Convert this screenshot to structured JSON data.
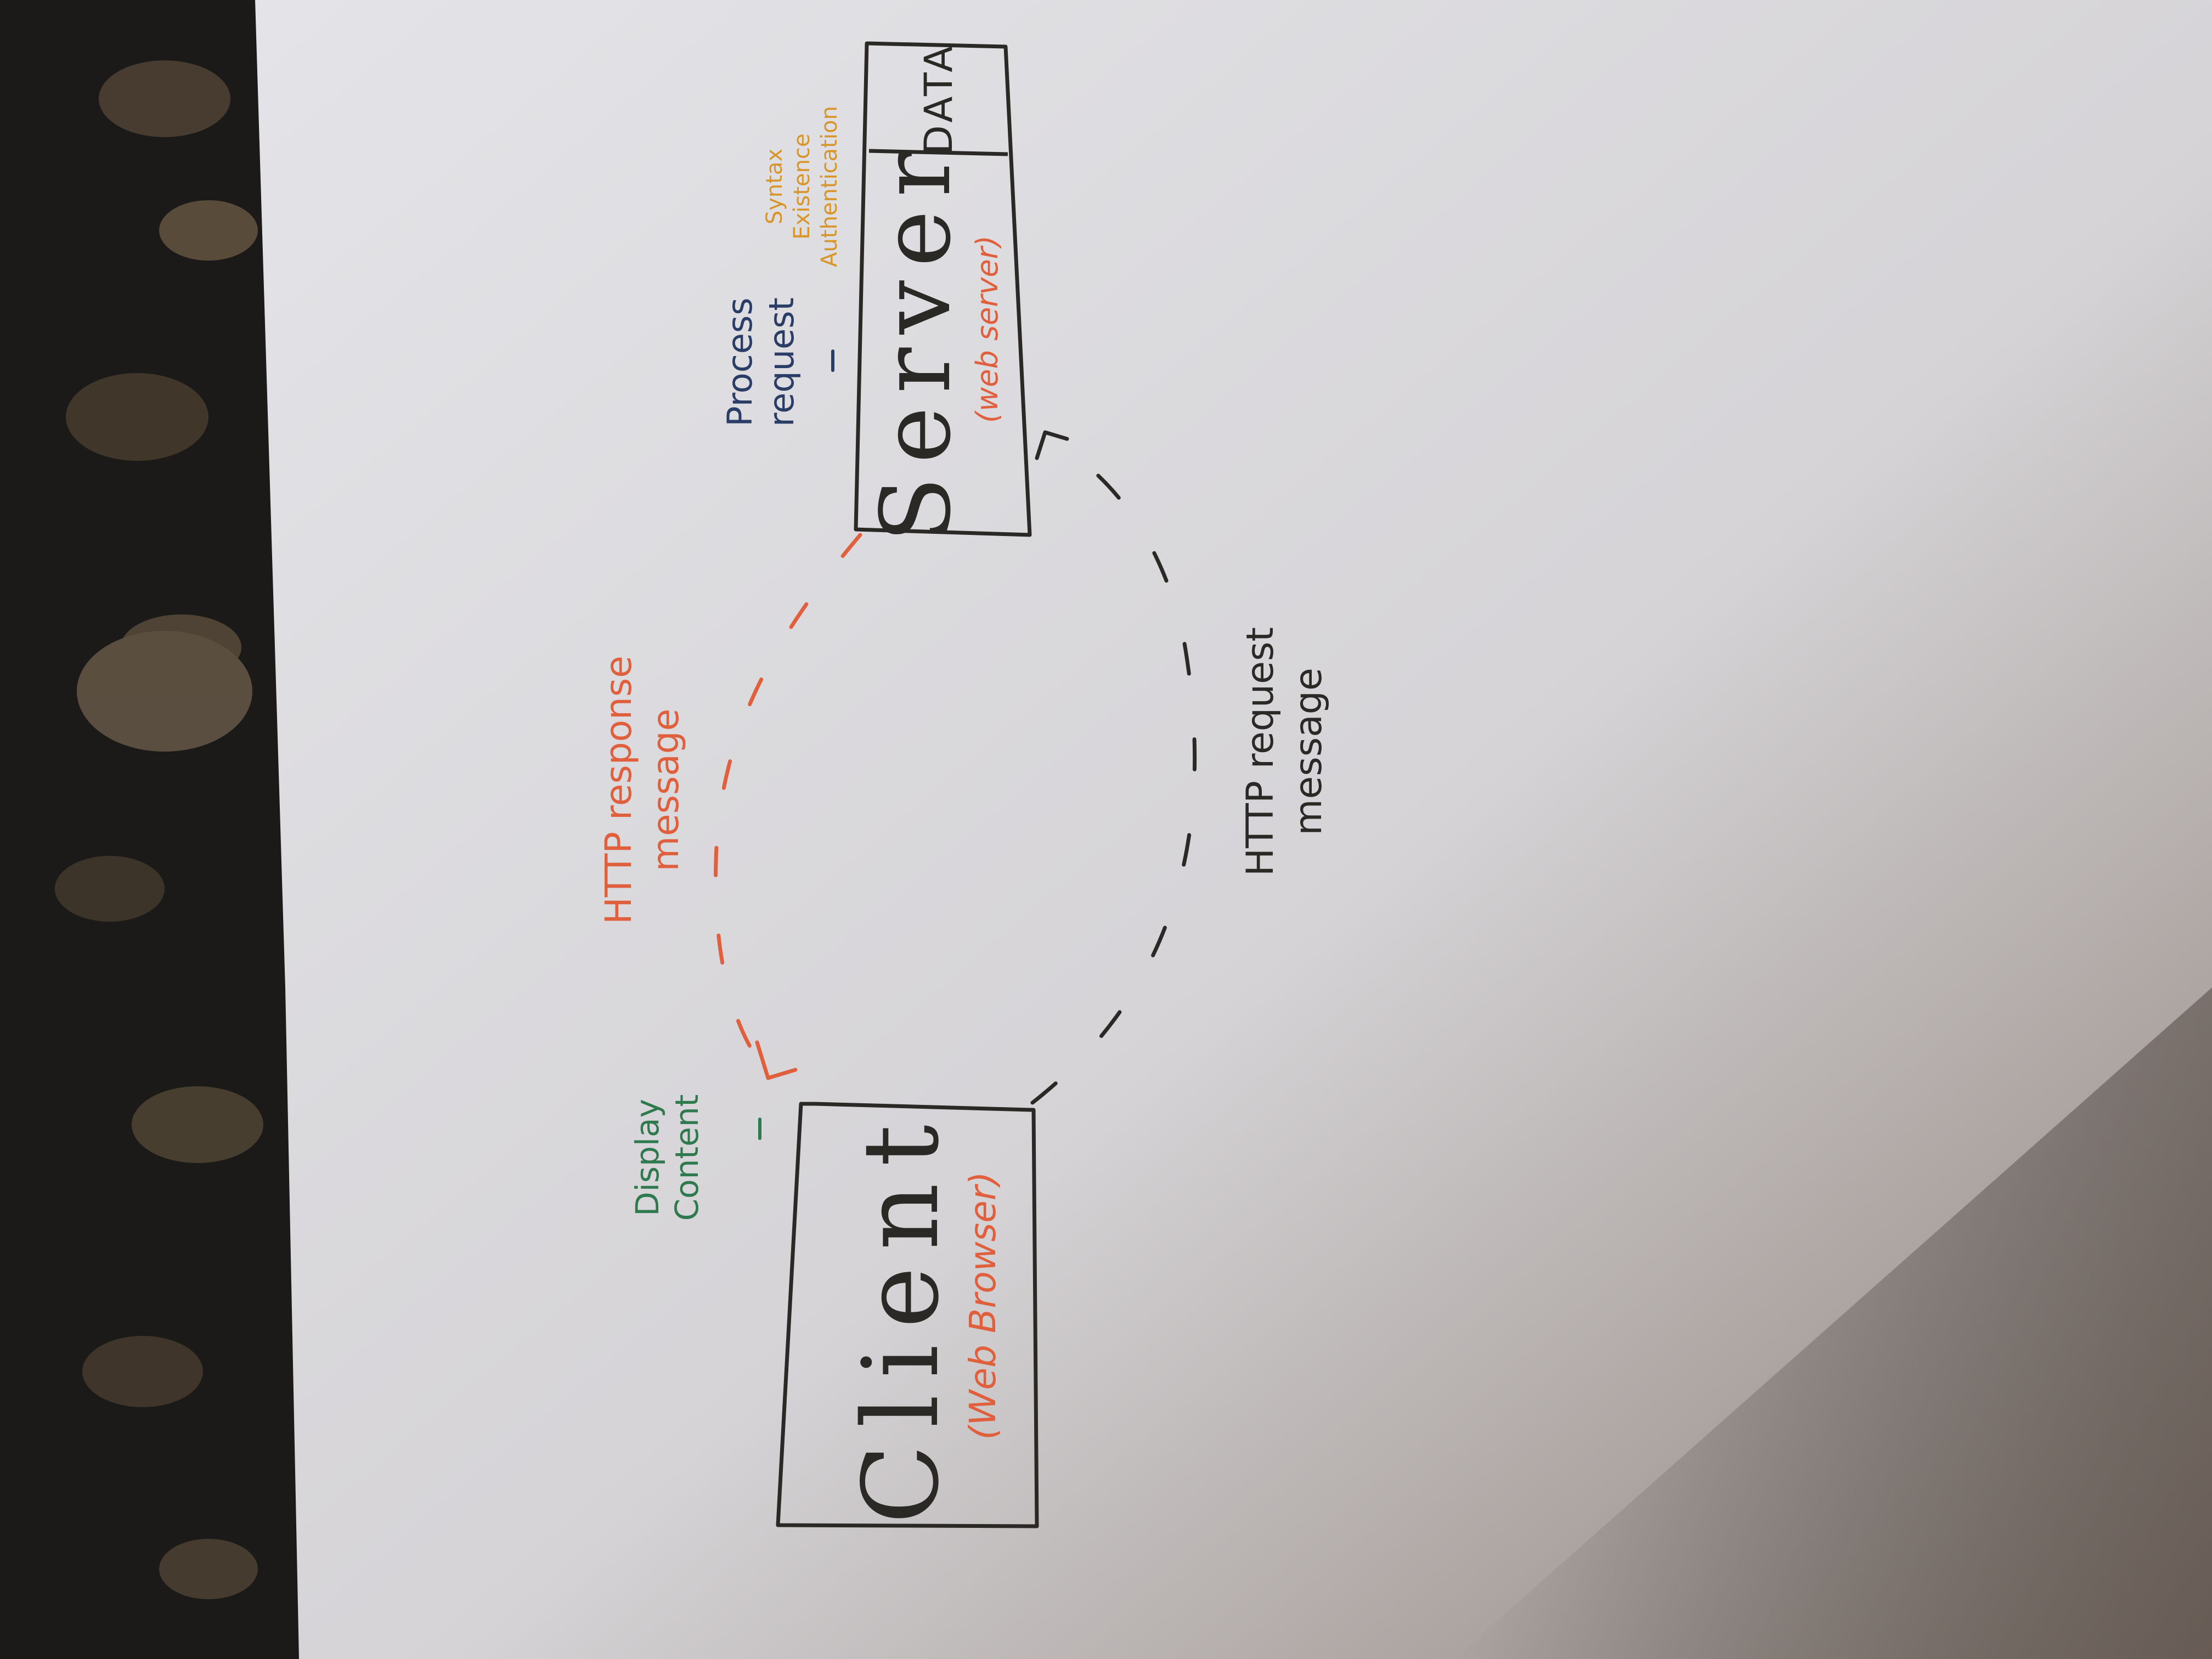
{
  "diagram": {
    "client": {
      "title": "Client",
      "subtitle": "(Web Browser)"
    },
    "server": {
      "title": "Server",
      "subtitle": "(web server)"
    },
    "data_store": {
      "label": "DATA"
    },
    "response_arrow": {
      "label_line1": "HTTP response",
      "label_line2": "message"
    },
    "request_arrow": {
      "label_line1": "HTTP request",
      "label_line2": "message"
    },
    "client_note": {
      "line1": "Display",
      "line2": "Content"
    },
    "server_note": {
      "line1": "Process",
      "line2": "request"
    },
    "process_steps": [
      "Syntax",
      "Existence",
      "Authentication"
    ]
  },
  "colors": {
    "ink": "#2b2926",
    "red": "#e0603e",
    "green": "#2e7a4e",
    "blue": "#2a3d66",
    "orange": "#d8952a",
    "paper": "#e3e3e7",
    "counter": "#1c1a18"
  }
}
